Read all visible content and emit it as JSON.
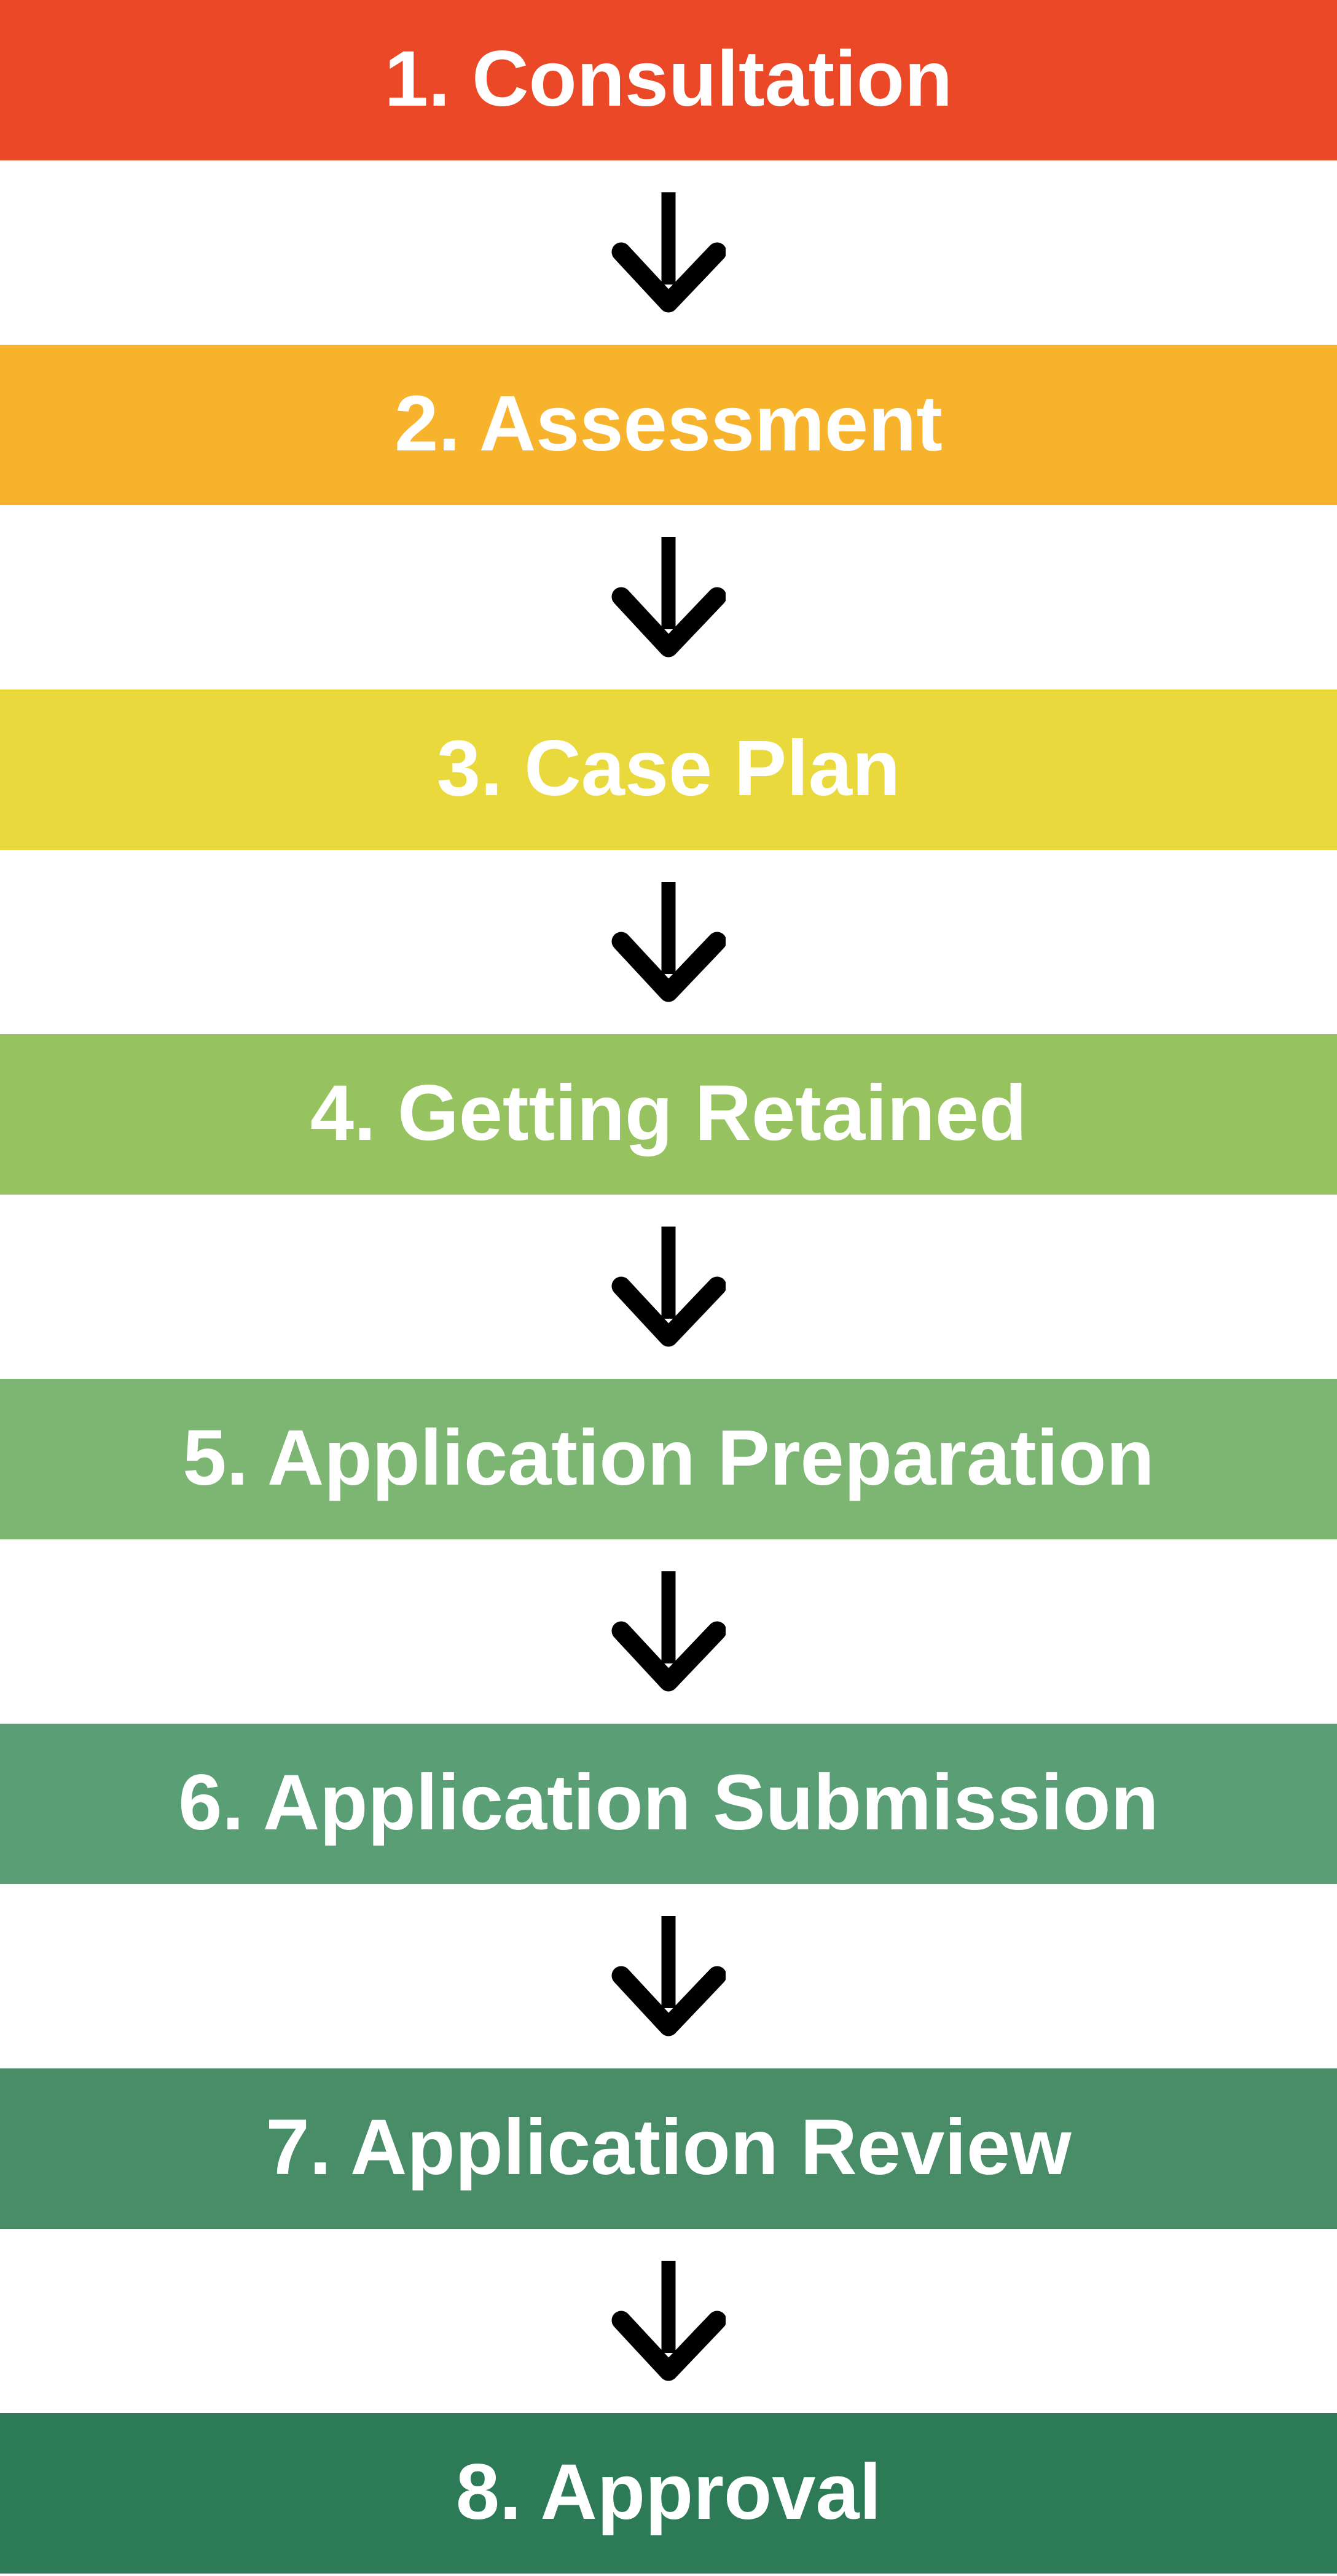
{
  "diagram": {
    "background_color": "#ffffff",
    "label_text_color": "#ffffff",
    "arrow_color": "#000000",
    "arrow_icon": "down-arrow",
    "steps": [
      {
        "label": "1. Consultation",
        "color": "#EA4826"
      },
      {
        "label": "2. Assessment",
        "color": "#F8B32C"
      },
      {
        "label": "3. Case Plan",
        "color": "#EAD93C"
      },
      {
        "label": "4. Getting Retained",
        "color": "#96C35F"
      },
      {
        "label": "5. Application Preparation",
        "color": "#7DB573"
      },
      {
        "label": "6. Application Submission",
        "color": "#5A9E75"
      },
      {
        "label": "7. Application Review",
        "color": "#488C68"
      },
      {
        "label": "8. Approval",
        "color": "#2D7A57"
      }
    ]
  }
}
